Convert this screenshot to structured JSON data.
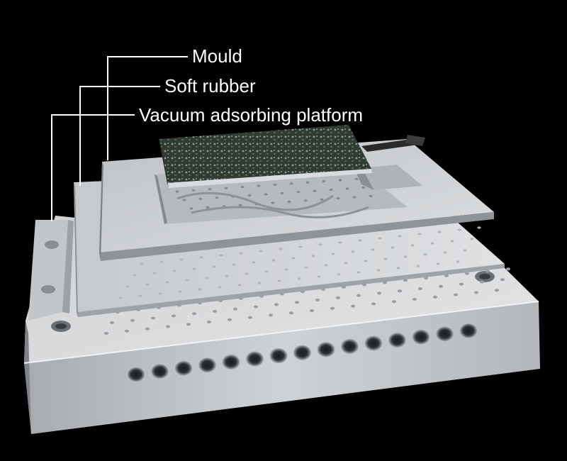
{
  "callouts": {
    "mould": "Mould",
    "soft_rubber": "Soft rubber",
    "vacuum_platform": "Vacuum adsorbing platform"
  },
  "colors": {
    "background": "#000000",
    "metal_light": "#d6d8da",
    "metal_mid": "#b9bcbf",
    "metal_dark": "#8e9296",
    "pcb": "#2f3b33",
    "leader_line": "#ffffff"
  }
}
